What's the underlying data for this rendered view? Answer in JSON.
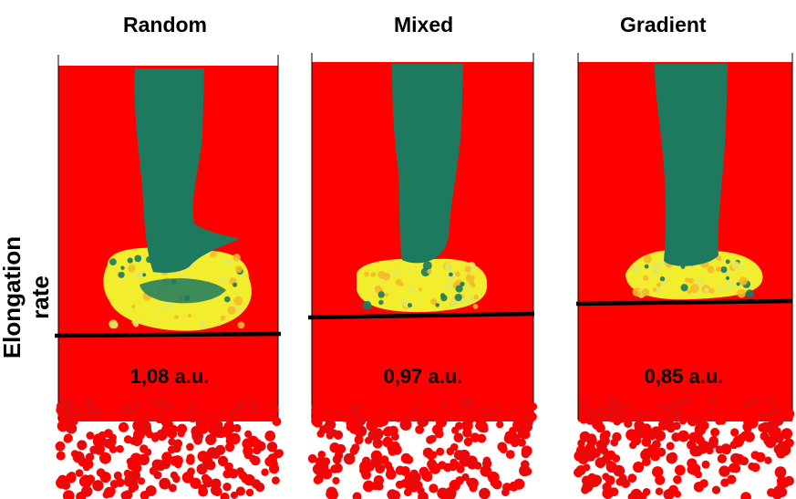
{
  "y_axis_label": "Elongation rate",
  "panels": [
    {
      "title": "Random",
      "value_label": "1,08 a.u.",
      "value": 1.08
    },
    {
      "title": "Mixed",
      "value_label": "0,97 a.u.",
      "value": 0.97
    },
    {
      "title": "Gradient",
      "value_label": "0,85 a.u.",
      "value": 0.85
    }
  ],
  "colors": {
    "matrix": "#ff0000",
    "matrix_particles": "#e80a0a",
    "tool": "#1d7a5f",
    "heated_zone": "#f2ee2e",
    "heated_zone_hot": "#f5b82a",
    "line": "#000000"
  }
}
